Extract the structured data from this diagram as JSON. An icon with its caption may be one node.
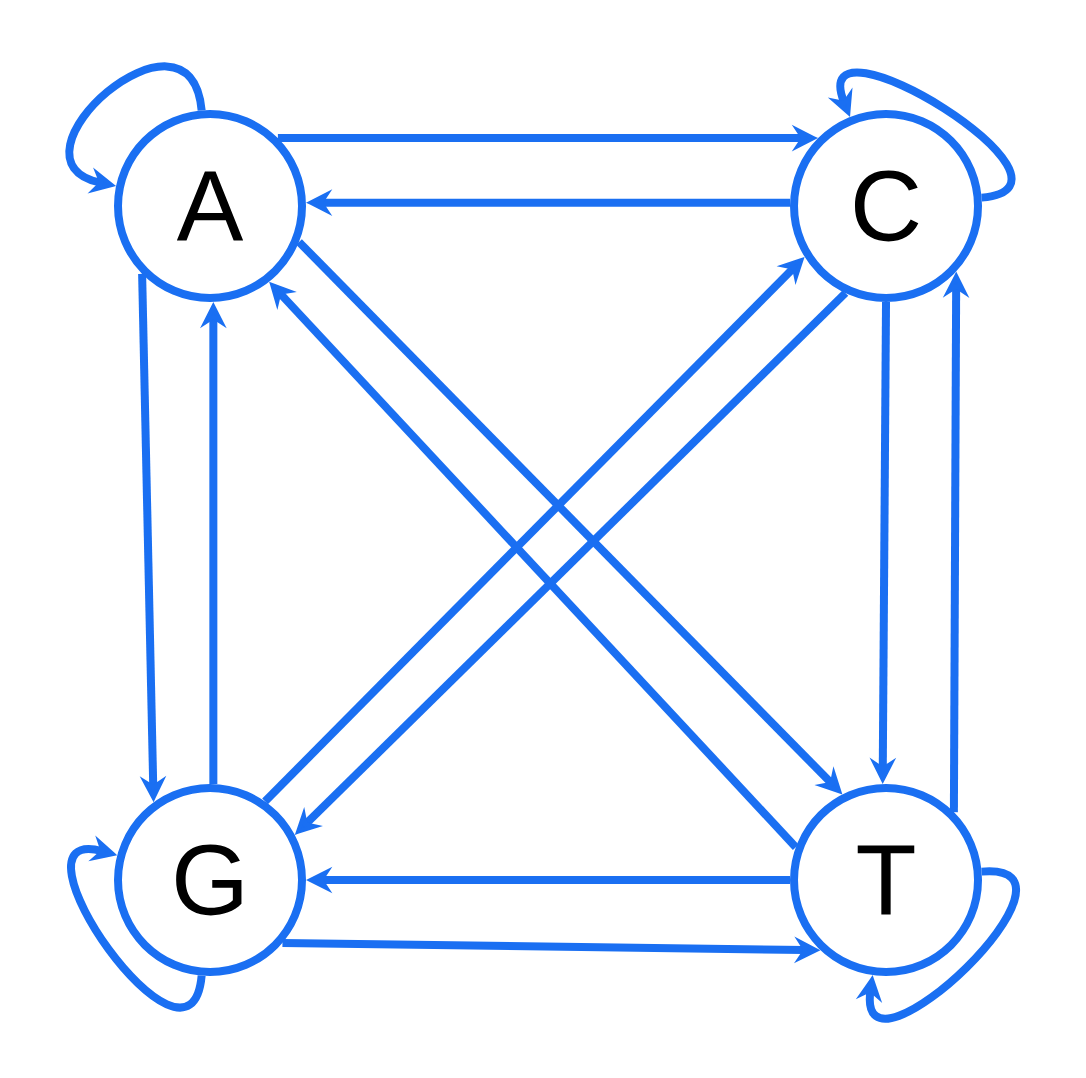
{
  "diagram": {
    "nodes": [
      {
        "text": [
          "A"
        ]
      },
      {
        "text": [
          "C"
        ]
      },
      {
        "text": [
          "G"
        ]
      },
      {
        "text": [
          "T"
        ]
      }
    ],
    "edges": [
      {
        "from": 0,
        "to": 0,
        "arrow": "to"
      },
      {
        "from": 1,
        "to": 1,
        "arrow": "to"
      },
      {
        "from": 0,
        "to": 1,
        "arrow": "to"
      },
      {
        "from": 1,
        "to": 0,
        "arrow": "to"
      },
      {
        "from": 0,
        "to": 2,
        "arrow": "to"
      },
      {
        "from": 2,
        "to": 0,
        "arrow": "to"
      },
      {
        "from": 1,
        "to": 3,
        "arrow": "to"
      },
      {
        "from": 3,
        "to": 1,
        "arrow": "to"
      },
      {
        "from": 0,
        "to": 3,
        "arrow": "to"
      },
      {
        "from": 3,
        "to": 0,
        "arrow": "to"
      },
      {
        "from": 1,
        "to": 2,
        "arrow": "to"
      },
      {
        "from": 2,
        "to": 1,
        "arrow": "to"
      },
      {
        "from": 3,
        "to": 2,
        "arrow": "to"
      },
      {
        "from": 2,
        "to": 3,
        "arrow": "to"
      },
      {
        "from": 2,
        "to": 2,
        "arrow": "to"
      },
      {
        "from": 3,
        "to": 3,
        "arrow": "to"
      }
    ]
  }
}
